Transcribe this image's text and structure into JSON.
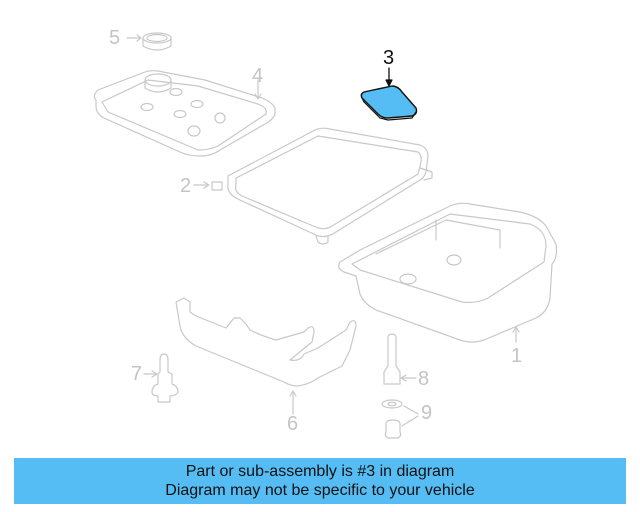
{
  "diagram": {
    "highlight_color": "#56bdf4",
    "faded_color": "#c4c4c4",
    "active_part": "3",
    "callouts": [
      {
        "label": "1",
        "part": "oil-pan"
      },
      {
        "label": "2",
        "part": "pan-gasket"
      },
      {
        "label": "3",
        "part": "filter"
      },
      {
        "label": "4",
        "part": "valve-body-cover"
      },
      {
        "label": "5",
        "part": "seal-ring"
      },
      {
        "label": "6",
        "part": "skid-plate-bracket"
      },
      {
        "label": "7",
        "part": "bolt"
      },
      {
        "label": "8",
        "part": "drain-stud"
      },
      {
        "label": "9",
        "part": "washer-and-plug"
      }
    ]
  },
  "banner": {
    "background": "#56bdf4",
    "line1": "Part or sub-assembly is #3 in diagram",
    "line2": "Diagram may not be specific to your vehicle"
  }
}
